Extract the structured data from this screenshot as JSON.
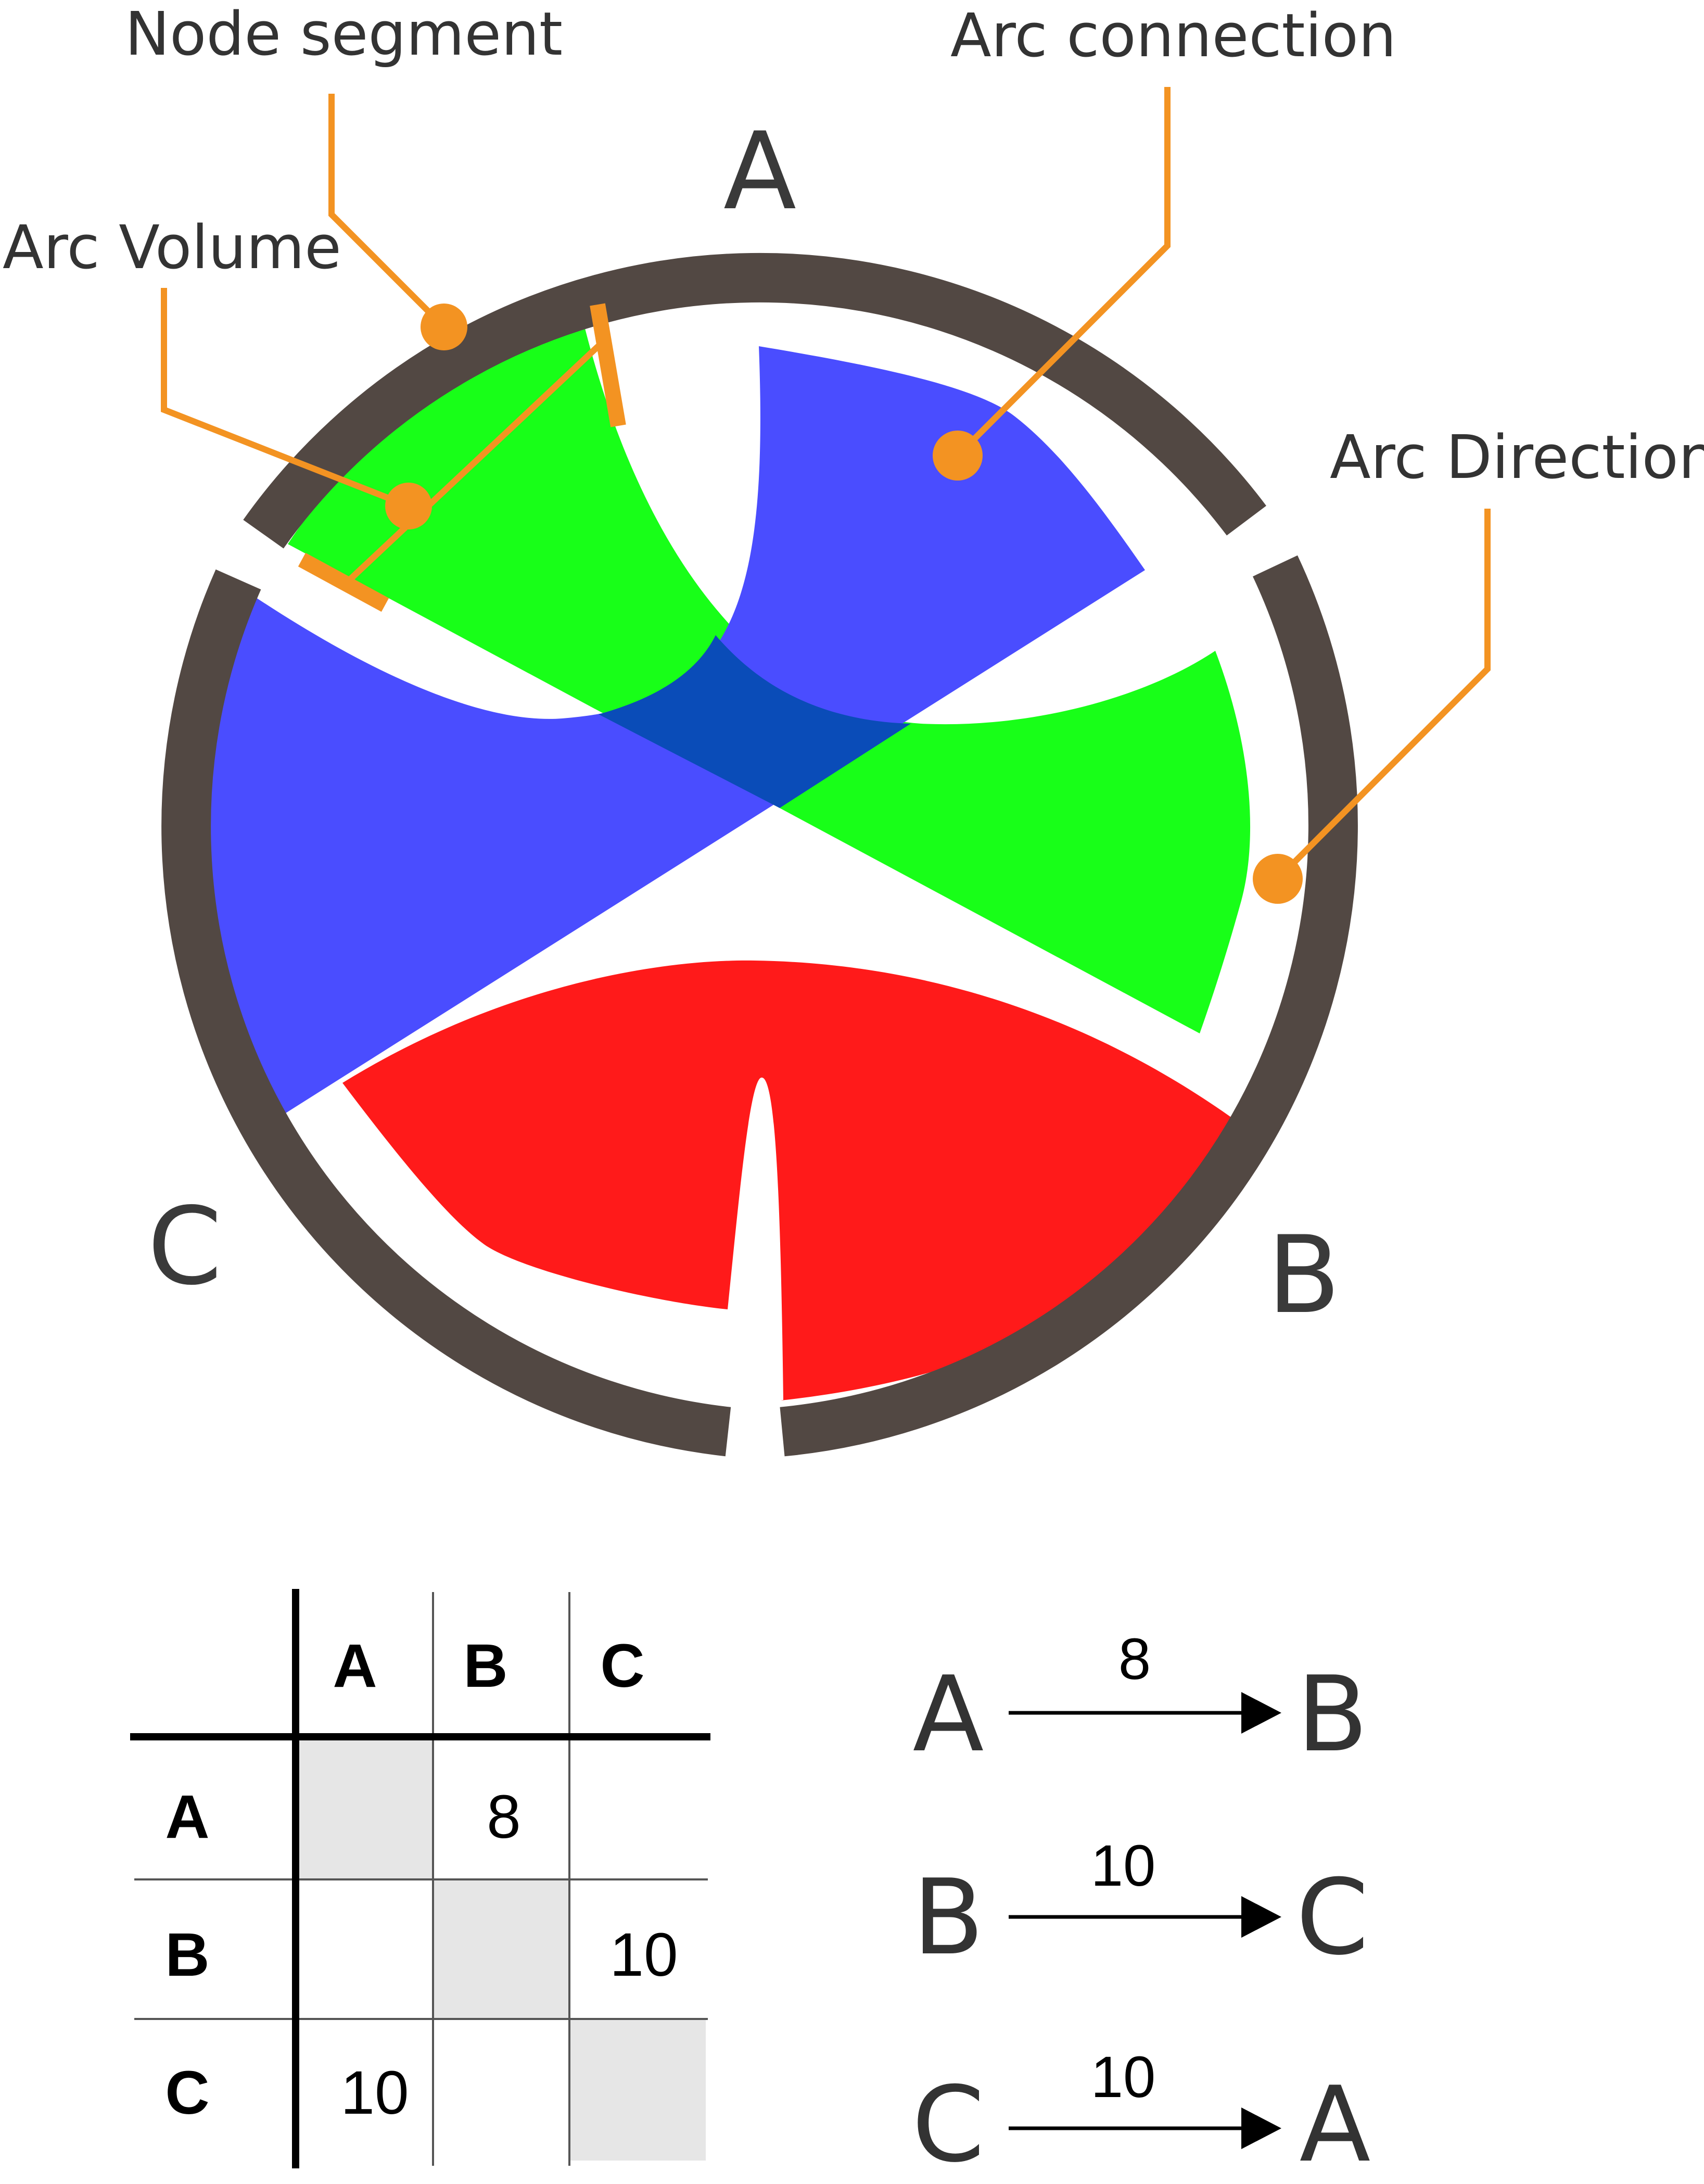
{
  "annotations": {
    "node_segment": "Node segment",
    "arc_connection": "Arc connection",
    "arc_volume": "Arc Volume",
    "arc_direction": "Arc Direction"
  },
  "nodes": {
    "a": "A",
    "b": "B",
    "c": "C"
  },
  "colors": {
    "ring": "#524843",
    "annotation": "#F39322",
    "arc_green": "#18FF18",
    "arc_blue": "#4A4DFF",
    "arc_red": "#FF1A1A",
    "overlap": "#0A4CB8",
    "diagonal_fill": "#E6E6E6"
  },
  "matrix": {
    "col_headers": [
      "A",
      "B",
      "C"
    ],
    "row_headers": [
      "A",
      "B",
      "C"
    ],
    "rows": [
      [
        "",
        "8",
        ""
      ],
      [
        "",
        "",
        "10"
      ],
      [
        "10",
        "",
        ""
      ]
    ]
  },
  "flows": [
    {
      "from": "A",
      "to": "B",
      "value": "8"
    },
    {
      "from": "B",
      "to": "C",
      "value": "10"
    },
    {
      "from": "C",
      "to": "A",
      "value": "10"
    }
  ]
}
